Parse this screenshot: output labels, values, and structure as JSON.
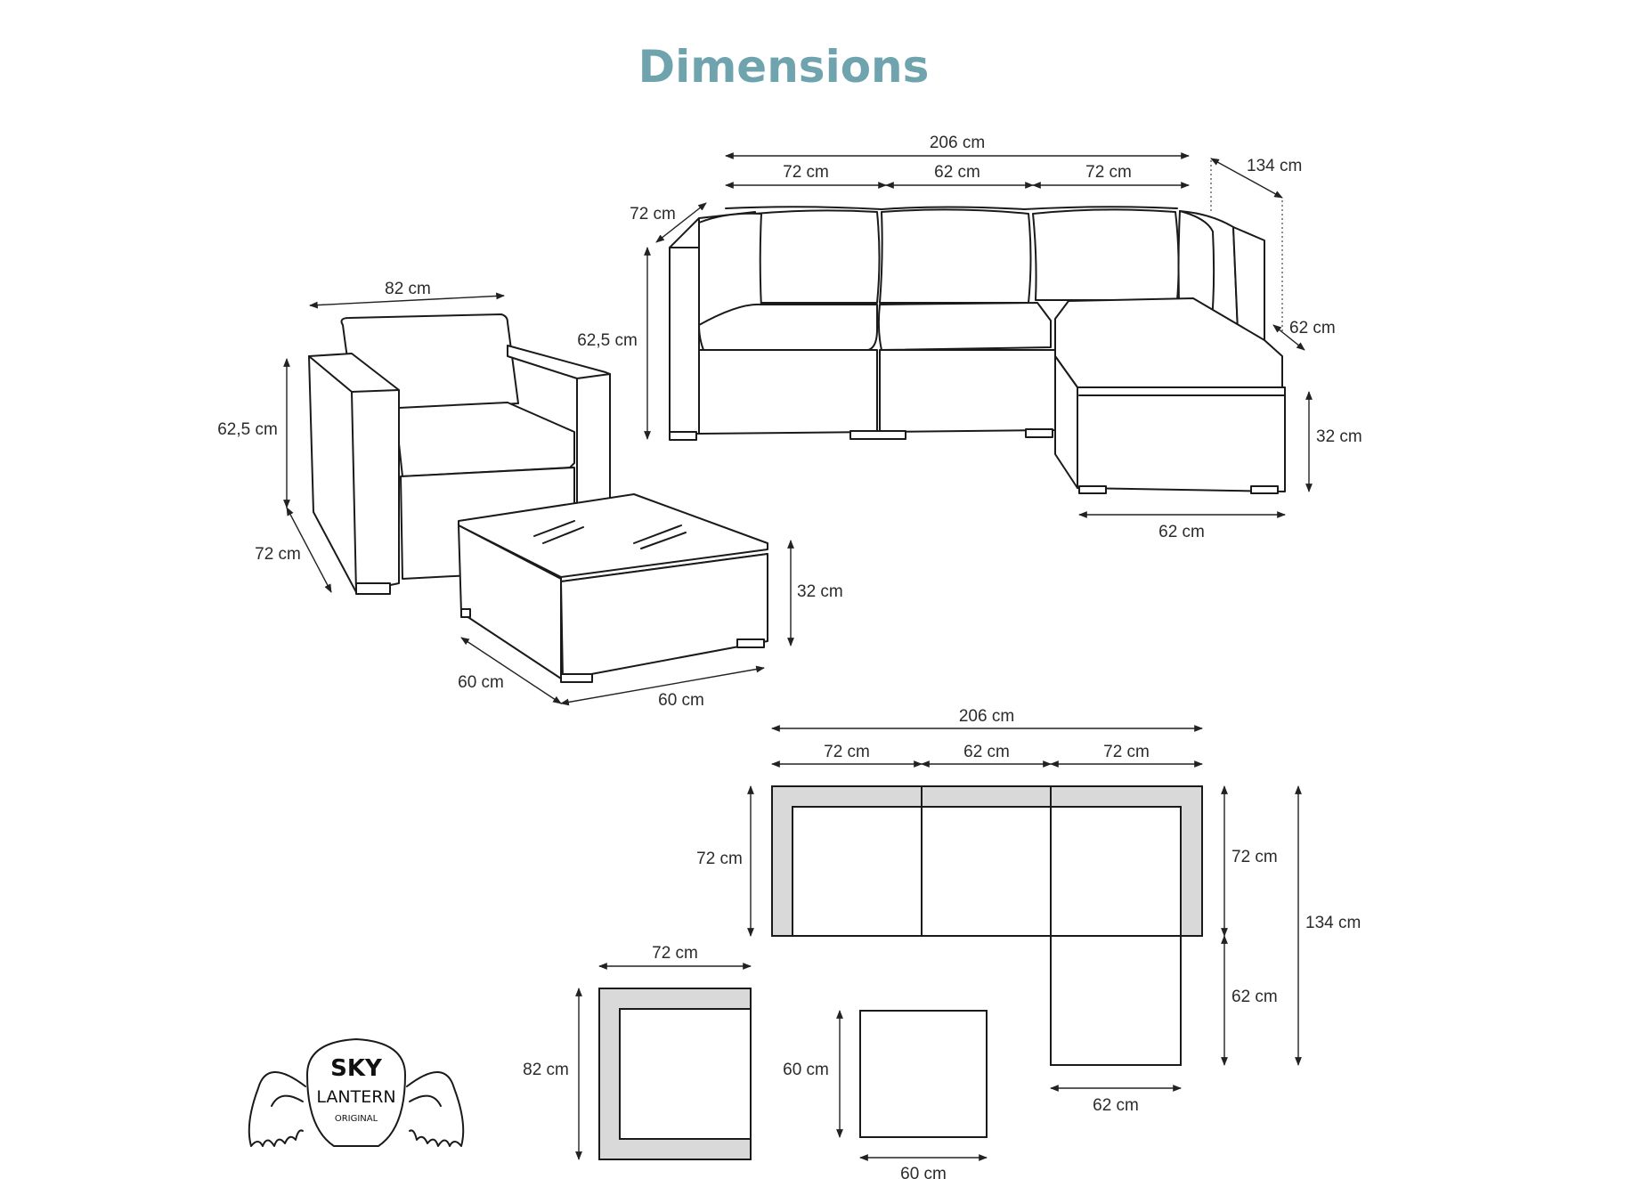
{
  "title": "Dimensions",
  "sofa": {
    "total_width": "206 cm",
    "seg_left": "72 cm",
    "seg_middle": "62 cm",
    "seg_right": "72 cm",
    "total_depth": "134 cm",
    "depth": "72 cm",
    "height": "62,5 cm",
    "ottoman_depth": "62 cm",
    "ottoman_height": "32 cm",
    "ottoman_width": "62 cm"
  },
  "armchair": {
    "width": "82 cm",
    "height": "62,5 cm",
    "depth": "72 cm"
  },
  "table": {
    "height": "32 cm",
    "depth": "60 cm",
    "width": "60 cm"
  },
  "plan_sofa": {
    "total_width": "206 cm",
    "seg_left": "72 cm",
    "seg_middle": "62 cm",
    "seg_right": "72 cm",
    "depth_left": "72 cm",
    "depth_right": "72 cm",
    "total_depth": "134 cm",
    "ottoman_depth": "62 cm",
    "ottoman_width": "62 cm"
  },
  "plan_armchair": {
    "width": "72 cm",
    "depth": "82 cm"
  },
  "plan_table": {
    "depth": "60 cm",
    "width": "60 cm"
  },
  "logo": {
    "line1": "SKY",
    "line2": "LANTERN",
    "line3": "ORIGINAL"
  }
}
